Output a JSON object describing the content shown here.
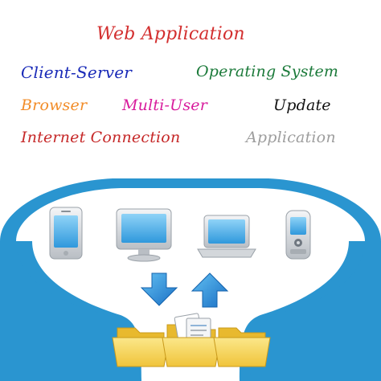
{
  "title": {
    "text": "Web Application",
    "color": "#d32f2f"
  },
  "terms": [
    {
      "text": "Client-Server",
      "color": "#1a2bb8"
    },
    {
      "text": "Operating System",
      "color": "#1b7a3a"
    },
    {
      "text": "Browser",
      "color": "#f28c28"
    },
    {
      "text": "Multi-User",
      "color": "#d81b9c"
    },
    {
      "text": "Update",
      "color": "#111111"
    },
    {
      "text": "Internet Connection",
      "color": "#c62828"
    },
    {
      "text": "Application",
      "color": "#9e9e9e"
    }
  ],
  "devices": [
    {
      "icon": "smartphone-icon"
    },
    {
      "icon": "desktop-monitor-icon"
    },
    {
      "icon": "laptop-icon"
    },
    {
      "icon": "cell-phone-icon"
    }
  ],
  "arrows": [
    {
      "icon": "download-arrow-icon",
      "direction": "down"
    },
    {
      "icon": "upload-arrow-icon",
      "direction": "up"
    }
  ],
  "folders": [
    {
      "icon": "folder-icon"
    },
    {
      "icon": "folder-with-documents-icon"
    },
    {
      "icon": "folder-icon"
    }
  ],
  "colors": {
    "cloud_blue": "#2a95d0",
    "screen_blue": "#4fb3e8",
    "arrow_blue": "#1e88d6",
    "folder_yellow": "#f7d655",
    "device_gray": "#c9cdd2"
  }
}
